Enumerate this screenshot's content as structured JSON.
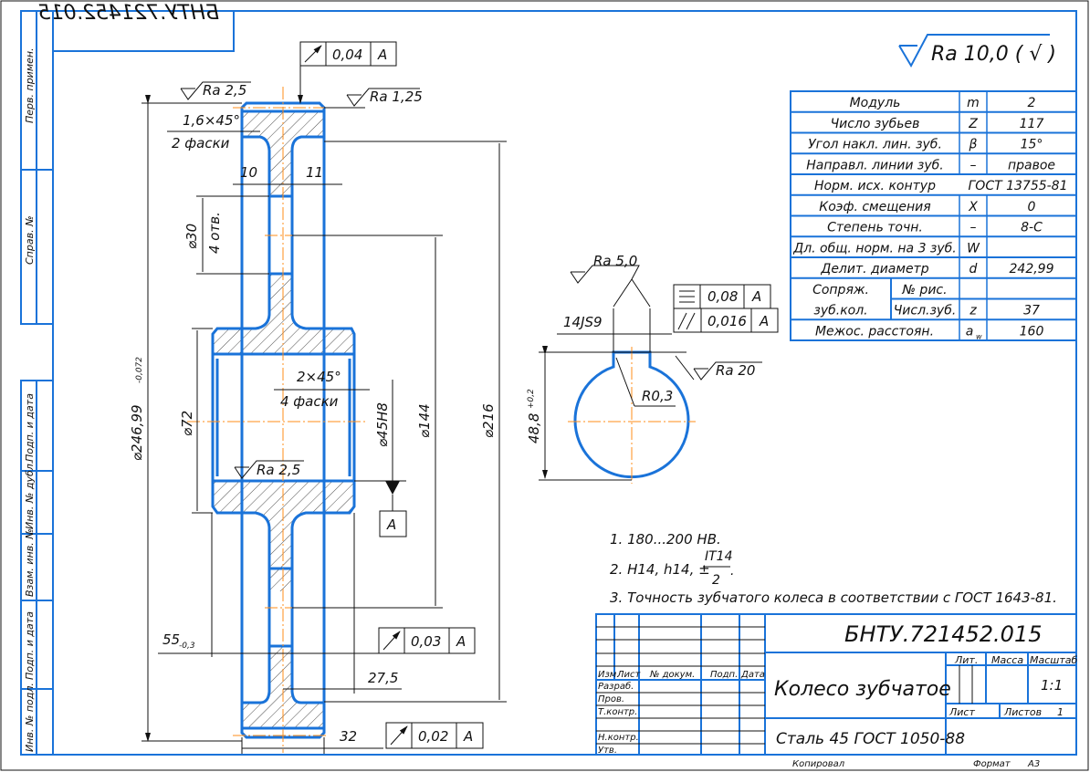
{
  "drawing": {
    "designation": "БНТУ.721452.015",
    "designation_mirrored": "БНТУ.721452.015",
    "general_roughness": "Ra 10,0 ( √ )",
    "part_name": "Колесо зубчатое",
    "material": "Сталь 45 ГОСТ 1050-88",
    "scale": "1:1",
    "sheets_total": "1",
    "format_label": "Формат",
    "format_value": "А3",
    "copied_label": "Копировал"
  },
  "left_strip": {
    "labels": [
      "Перв. примен.",
      "Справ. №",
      "Подп. и дата",
      "Инв. № дубл.",
      "Взам. инв. №",
      "Подп. и дата",
      "Инв. № подл."
    ]
  },
  "gear_params": {
    "rows": [
      {
        "name": "Модуль",
        "symbol": "m",
        "value": "2"
      },
      {
        "name": "Число зубьев",
        "symbol": "Z",
        "value": "117"
      },
      {
        "name": "Угол накл. лин. зуб.",
        "symbol": "β",
        "value": "15°"
      },
      {
        "name": "Направл. линии зуб.",
        "symbol": "–",
        "value": "правое"
      },
      {
        "name": "Норм. исх. контур",
        "symbol": "",
        "value": "ГОСТ 13755-81"
      },
      {
        "name": "Коэф. смещения",
        "symbol": "X",
        "value": "0"
      },
      {
        "name": "Степень точн.",
        "symbol": "–",
        "value": "8-С"
      },
      {
        "name": "Дл. общ. норм. на 3 зуб.",
        "symbol": "W",
        "value": ""
      },
      {
        "name": "Делит. диаметр",
        "symbol": "d",
        "value": "242,99"
      }
    ],
    "mating": {
      "group_label_1": "Сопряж.",
      "group_label_2": "зуб.кол.",
      "fig_label": "№ рис.",
      "fig_value": "",
      "teeth_label": "Числ.зуб.",
      "teeth_symbol": "z",
      "teeth_value": "37"
    },
    "center_distance": {
      "name": "Межос. расстоян.",
      "symbol": "a",
      "symbol_sub": "w",
      "value": "160"
    }
  },
  "notes": {
    "n1": "1.  180...200 HB.",
    "n2_prefix": "2.  H14, h14, ±",
    "n2_num": "IT14",
    "n2_den": "2",
    "n2_suffix": ".",
    "n3": "3.  Точность зубчатого колеса в соответствии с ГОСТ 1643-81."
  },
  "dimensions": {
    "chamfer_rim": "1,6×45°",
    "chamfer_rim_count": "2 фаски",
    "web_left": "10",
    "web_right": "11",
    "hole_dia": "⌀30",
    "hole_count": "4 отв.",
    "bore_chamfer": "2×45°",
    "bore_chamfer_count": "4 фаски",
    "tip_dia": "⌀246,99",
    "tip_dia_tol": "-0,072",
    "hub_dia": "⌀72",
    "bore_dia": "⌀45H8",
    "holes_circle": "⌀144",
    "rim_inner": "⌀216",
    "hub_len": "55",
    "hub_len_tol": "-0,3",
    "hub_half": "27,5",
    "face_width": "32",
    "ra_top_left": "Ra 2,5",
    "ra_top_right": "Ra 1,25",
    "ra_bore": "Ra 2,5",
    "datum": "A"
  },
  "tolerances": {
    "runout_top": {
      "value": "0,04",
      "datum": "A"
    },
    "runout_hub": {
      "value": "0,03",
      "datum": "A"
    },
    "runout_face": {
      "value": "0,02",
      "datum": "A"
    },
    "symmetry": {
      "value": "0,08",
      "datum": "A"
    },
    "parallel": {
      "value": "0,016",
      "datum": "A"
    }
  },
  "keyway": {
    "ra_sides": "Ra 5,0",
    "width": "14JS9",
    "ra_top": "Ra 20",
    "radius": "R0,3",
    "depth": "48,8",
    "depth_tol": "+0,2"
  },
  "title_block": {
    "headers": [
      "Изм.",
      "Лист",
      "№ докум.",
      "Подп.",
      "Дата"
    ],
    "roles": [
      "Разраб.",
      "Пров.",
      "Т.контр.",
      "",
      "Н.контр.",
      "Утв."
    ],
    "lit_label": "Лит.",
    "mass_label": "Масса",
    "scale_label": "Масштаб",
    "sheet_label": "Лист",
    "sheets_label": "Листов"
  }
}
